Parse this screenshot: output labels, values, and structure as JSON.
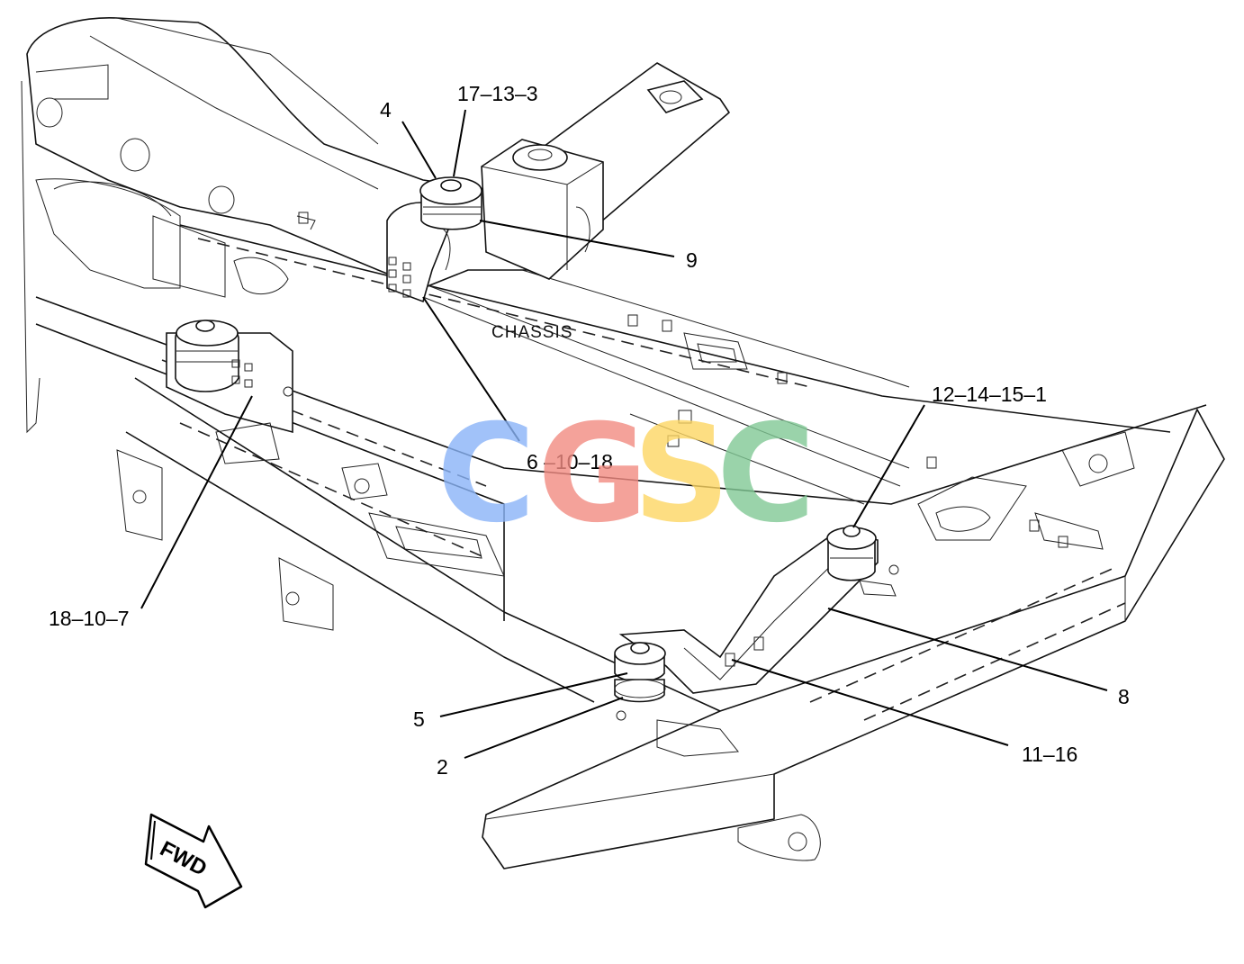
{
  "diagram": {
    "labels": {
      "l4": "4",
      "l17": "17–13–3",
      "l9": "9",
      "chassis": "CHASSIS",
      "l6": "6 –10–18",
      "l12": "12–14–15–1",
      "l18": "18–10–7",
      "l8": "8",
      "l5": "5",
      "l2": "2",
      "l11": "11–16",
      "fwd": "FWD"
    },
    "watermark": {
      "letters": [
        "C",
        "G",
        "S",
        "C"
      ],
      "colors": [
        "#8ab4f8",
        "#f28b82",
        "#fdd663",
        "#81c995"
      ]
    }
  }
}
